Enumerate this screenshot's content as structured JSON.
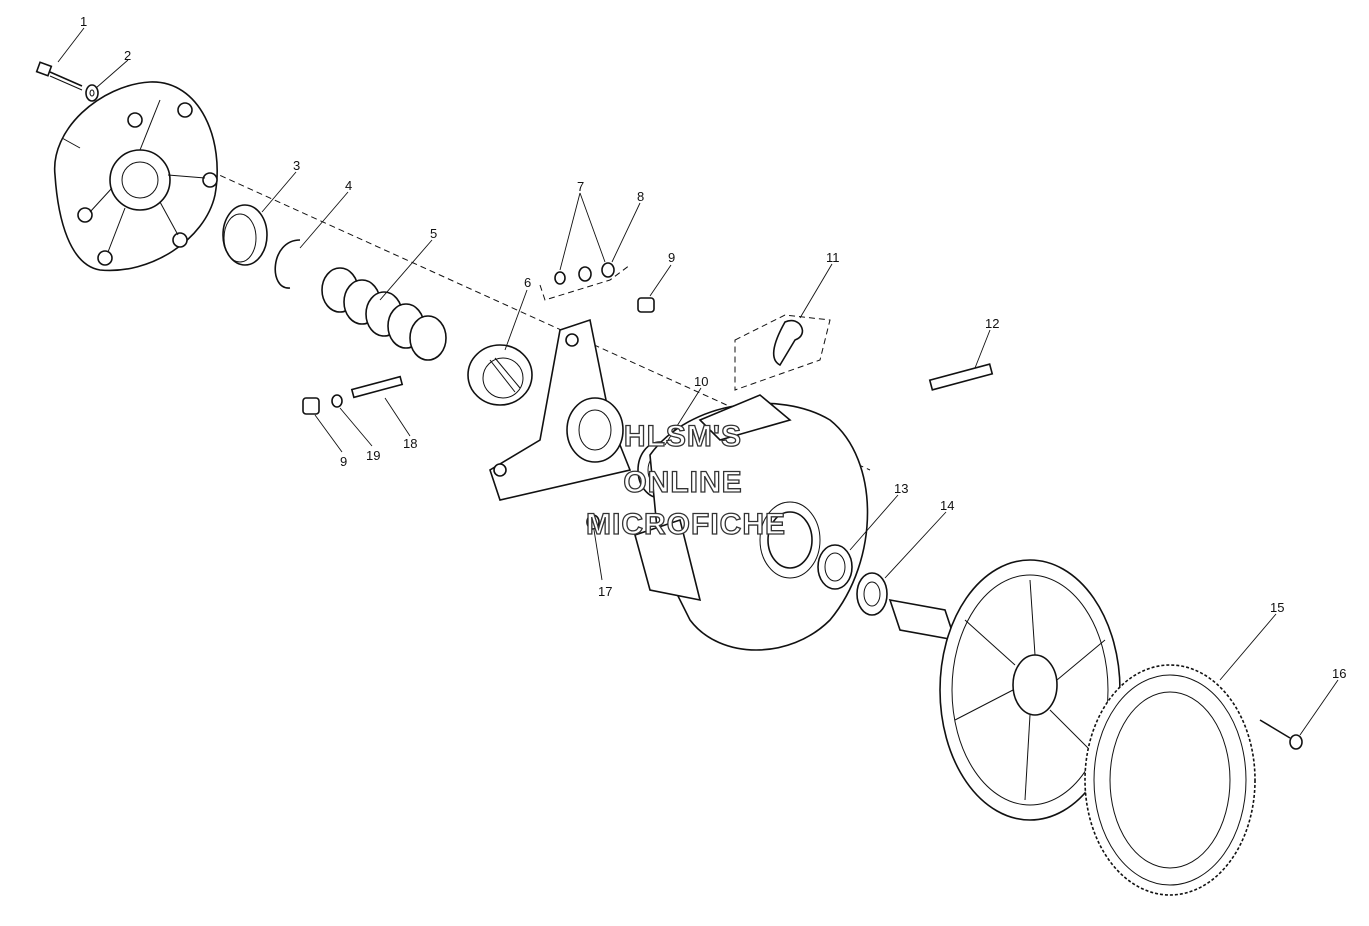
{
  "callouts": {
    "c1": "1",
    "c2": "2",
    "c3": "3",
    "c4": "4",
    "c5": "5",
    "c6": "6",
    "c7": "7",
    "c8": "8",
    "c9a": "9",
    "c9b": "9",
    "c10": "10",
    "c11": "11",
    "c12": "12",
    "c13": "13",
    "c14": "14",
    "c15": "15",
    "c16": "16",
    "c17": "17",
    "c18": "18",
    "c19": "19"
  },
  "watermark": {
    "line1": "HLSM'S",
    "line2": "ONLINE",
    "line3": "MICROFICHE"
  }
}
